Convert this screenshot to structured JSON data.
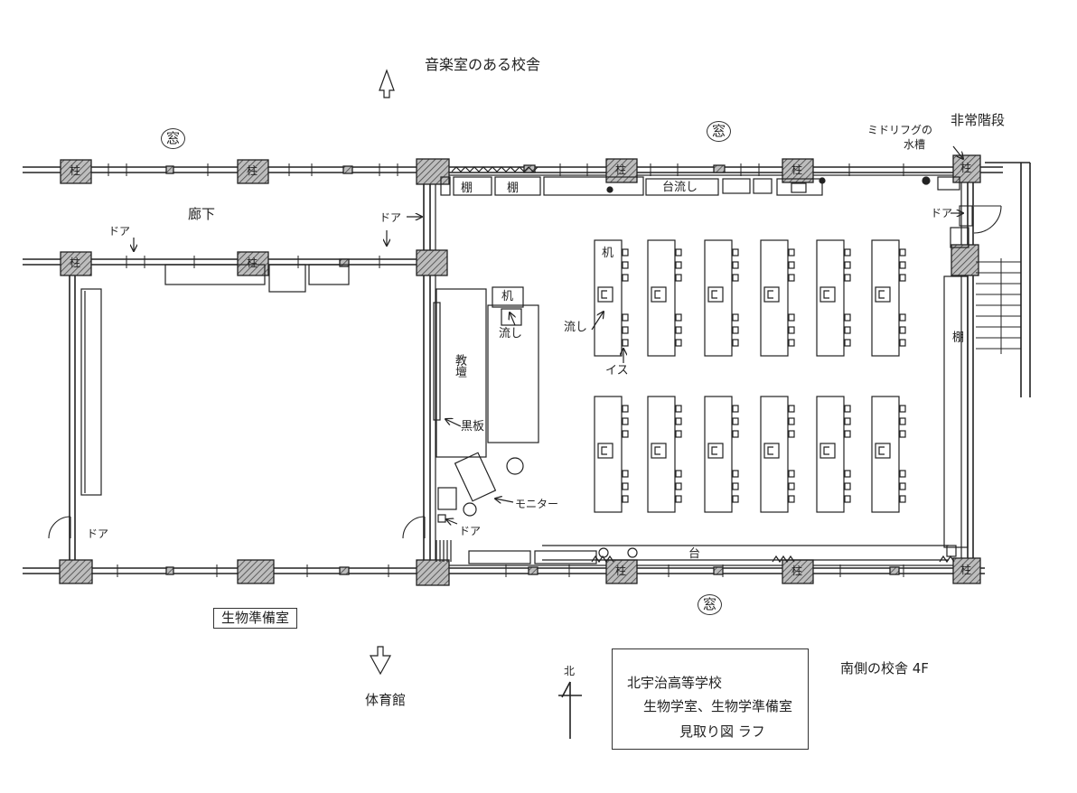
{
  "labels": {
    "music_building": "音楽室のある校舎",
    "gymnasium": "体育館",
    "corridor": "廊下",
    "window": "窓",
    "door": "ドア",
    "pillar": "柱",
    "shelf": "棚",
    "sink_counter": "台流し",
    "desk": "机",
    "sink": "流し",
    "chair": "イス",
    "platform": "教壇",
    "blackboard": "黒板",
    "monitor": "モニター",
    "counter": "台",
    "emergency_stairs": "非常階段",
    "medaka_tank_line1": "ミドリフグの",
    "medaka_tank_line2": "水槽",
    "prep_room": "生物準備室",
    "south_building": "南側の校舎 4F",
    "north": "北"
  },
  "title_block": {
    "line1": "北宇治高等学校",
    "line2": "生物学室、生物学準備室",
    "line3": "見取り図 ラフ"
  },
  "colors": {
    "ink": "#222222",
    "hatch": "#555555",
    "paper": "#ffffff"
  }
}
